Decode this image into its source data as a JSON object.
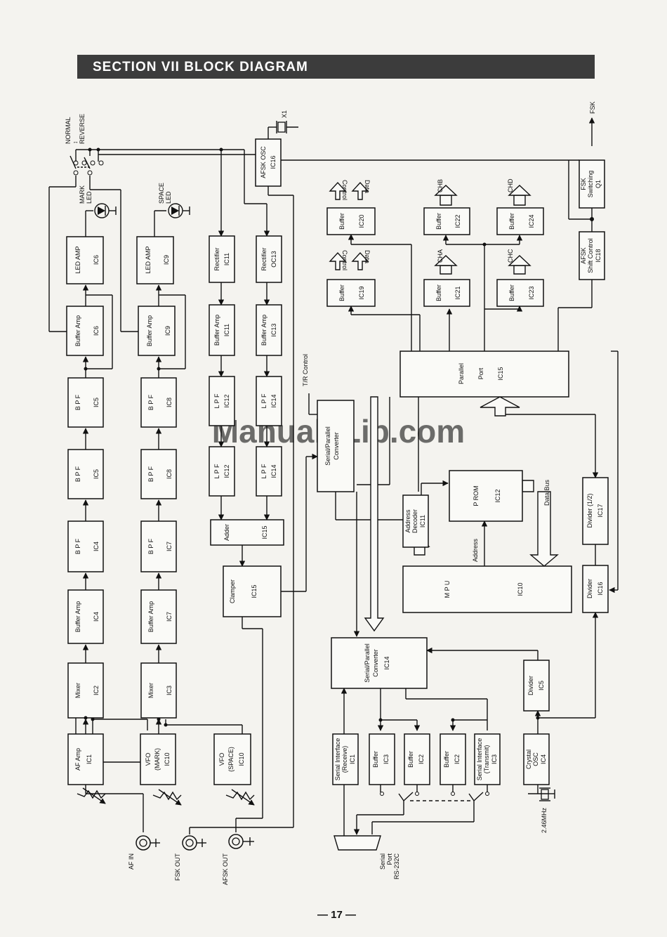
{
  "header": {
    "title": "SECTION VII BLOCK DIAGRAM"
  },
  "page_number": "— 17 —",
  "watermark": "ManualsLib.com",
  "blocks": {
    "af_amp": {
      "name": "AF Amp",
      "ic": "IC1"
    },
    "mixer_mark": {
      "name": "Mixer",
      "ic": "IC2"
    },
    "buffer_amp_ic4": {
      "name": "Buffer Amp",
      "ic": "IC4"
    },
    "bpf_ic4": {
      "name": "B P F",
      "ic": "IC4"
    },
    "bpf_ic5a": {
      "name": "B P F",
      "ic": "IC5"
    },
    "bpf_ic5b": {
      "name": "B P F",
      "ic": "IC5"
    },
    "buffer_amp_ic6": {
      "name": "Buffer Amp",
      "ic": "IC6"
    },
    "led_amp_ic6": {
      "name": "LED AMP",
      "ic": "IC6"
    },
    "vfo_mark": {
      "name": "VFO",
      "sub": "(MARK)",
      "ic": "IC10"
    },
    "mixer_space": {
      "name": "Mixer",
      "ic": "IC3"
    },
    "buffer_amp_ic7": {
      "name": "Buffer Amp",
      "ic": "IC7"
    },
    "bpf_ic7": {
      "name": "B P F",
      "ic": "IC7"
    },
    "bpf_ic8a": {
      "name": "B P F",
      "ic": "IC8"
    },
    "bpf_ic8b": {
      "name": "B P F",
      "ic": "IC8"
    },
    "buffer_amp_ic9": {
      "name": "Buffer Amp",
      "ic": "IC9"
    },
    "led_amp_ic9": {
      "name": "LED AMP",
      "ic": "IC9"
    },
    "vfo_space": {
      "name": "VFO",
      "sub": "(SPACE)",
      "ic": "IC10"
    },
    "rectifier_ic11": {
      "name": "Rectifier",
      "ic": "IC11"
    },
    "buffer_amp_ic11": {
      "name": "Buffer Amp",
      "ic": "IC11"
    },
    "lpf_ic12a": {
      "name": "L P F",
      "ic": "IC12"
    },
    "lpf_ic12b": {
      "name": "L P F",
      "ic": "IC12"
    },
    "rectifier_oc13": {
      "name": "Rectifier",
      "ic": "OC13"
    },
    "buffer_amp_ic13": {
      "name": "Buffer Amp",
      "ic": "IC13"
    },
    "lpf_ic14a": {
      "name": "L P F",
      "ic": "IC14"
    },
    "lpf_ic14b": {
      "name": "L P F",
      "ic": "IC14"
    },
    "adder": {
      "name": "Adder",
      "ic": "IC15"
    },
    "clamper": {
      "name": "Clamper",
      "ic": "IC15"
    },
    "afsk_osc": {
      "name": "AFSK OSC",
      "ic": "IC16"
    },
    "serial_parallel_top": {
      "name": "Serial/Parallel",
      "sub": "Converter",
      "ic": ""
    },
    "address_decoder": {
      "name": "Address",
      "sub": "Decoder",
      "ic": "IC11"
    },
    "prom": {
      "name": "P ROM",
      "ic": "IC12"
    },
    "mpu": {
      "name": "M P U",
      "ic": "IC10"
    },
    "parallel_port": {
      "name": "Parallel",
      "sub": "Port",
      "ic": "IC15"
    },
    "buffer_ic19": {
      "name": "Buffer",
      "ic": "IC19"
    },
    "buffer_ic20": {
      "name": "Buffer",
      "ic": "IC20"
    },
    "buffer_ic21": {
      "name": "Buffer",
      "ic": "IC21"
    },
    "buffer_ic22": {
      "name": "Buffer",
      "ic": "IC22"
    },
    "buffer_ic23": {
      "name": "Buffer",
      "ic": "IC23"
    },
    "buffer_ic24": {
      "name": "Buffer",
      "ic": "IC24"
    },
    "afsk_shift": {
      "name": "AFSK",
      "sub": "Shift Control",
      "ic": "IC18"
    },
    "fsk_switching": {
      "name": "FSK",
      "sub": "Switching",
      "ic": "Q1"
    },
    "divider_ic17": {
      "name": "Divider (1/2)",
      "ic": "IC17"
    },
    "divider_ic16": {
      "name": "Divider",
      "ic": "IC16"
    },
    "divider_ic5": {
      "name": "Divider",
      "ic": "IC5"
    },
    "crystal_osc": {
      "name": "Crystal",
      "sub": "OSC",
      "ic": "IC4"
    },
    "serial_parallel_bottom": {
      "name": "Serial/Parallel",
      "sub": "Converter",
      "ic": "IC14"
    },
    "serial_if_receive": {
      "name": "Serial Interface",
      "sub": "(Receive)",
      "ic": "IC1"
    },
    "buffer_ic3": {
      "name": "Buffer",
      "ic": "IC3"
    },
    "buffer_ic2a": {
      "name": "Buffer",
      "ic": "IC2"
    },
    "buffer_ic2b": {
      "name": "Buffer",
      "ic": "IC2"
    },
    "serial_if_transmit": {
      "name": "Serial Interface",
      "sub": "(Transmit)",
      "ic": "IC3"
    }
  },
  "labels": {
    "normal": "NORMAL",
    "arrow": "↕",
    "reverse": "REVERSE",
    "mark_led": "MARK",
    "space_led": "SPACE",
    "led": "LED",
    "x1": "X1",
    "fsk": "FSK",
    "tr_control": "T/R Control",
    "data_bus": "Data Bus",
    "address": "Address",
    "control": "Control",
    "data": "Data",
    "cha": "CHA",
    "chb": "CHB",
    "chc": "CHC",
    "chd": "CHD",
    "af_in": "AF IN",
    "fsk_out": "FSK OUT",
    "afsk_out": "AFSK OUT",
    "crystal_freq": "2.46MHz",
    "serial_port": "Serial",
    "port": "Port",
    "rs232c": "RS-232C"
  }
}
